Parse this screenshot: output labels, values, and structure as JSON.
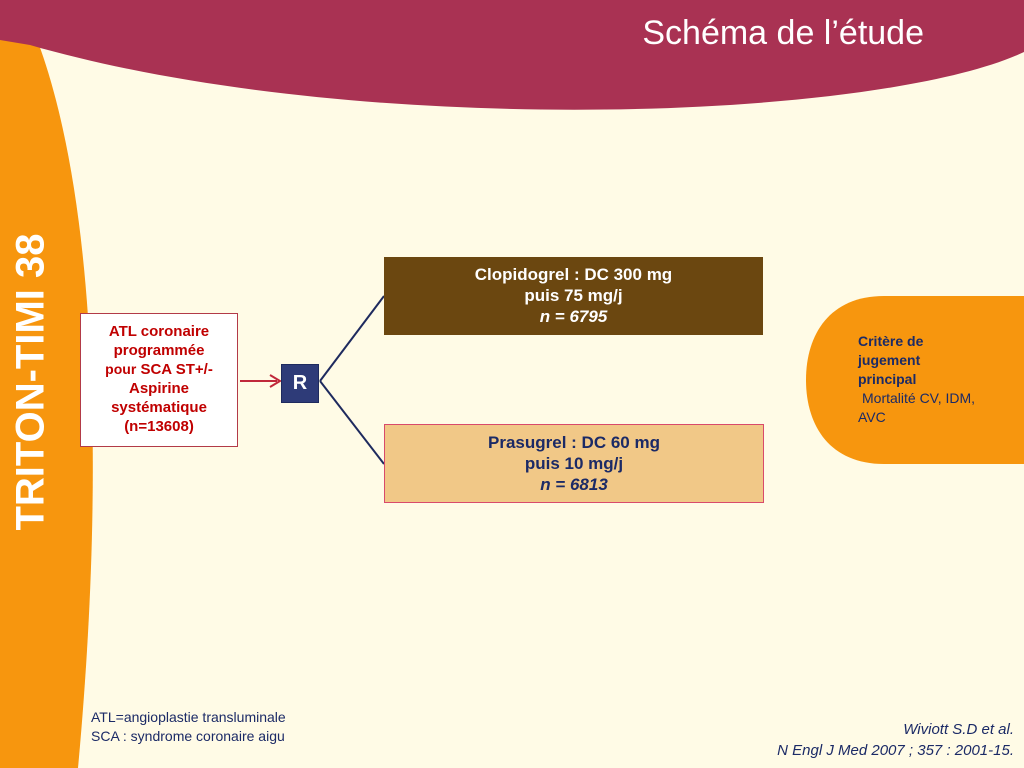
{
  "slide": {
    "title": "Schéma de l’étude",
    "side_label": "TRITON-TIMI 38"
  },
  "population": {
    "line1": "ATL coronaire",
    "line2": "programmée",
    "line3_prefix": "pour",
    "line3_rest": " SCA ST+/-",
    "line4": "Aspirine",
    "line5": "systématique",
    "line6": "(n=13608)"
  },
  "randomization": {
    "label": "R"
  },
  "arms": {
    "clopidogrel": {
      "line1": "Clopidogrel : DC 300 mg",
      "line2": "puis  75 mg/j",
      "n": "n = 6795"
    },
    "prasugrel": {
      "line1": "Prasugrel  : DC 60 mg",
      "line2": "puis 10 mg/j",
      "n": "n = 6813"
    }
  },
  "endpoint": {
    "line1": "Critère de",
    "line2": "jugement",
    "line3": "principal",
    "value_line1": "Mortalité CV, IDM,",
    "value_line2": "AVC"
  },
  "footnote": {
    "line1": "ATL=angioplastie transluminale",
    "line2": "SCA : syndrome coronaire aigu"
  },
  "reference": {
    "line1": "Wiviott S.D et al.",
    "line2": "N Engl J Med 2007 ; 357 : 2001-15."
  },
  "colors": {
    "background": "#fffbe6",
    "title_band": "#a93253",
    "side_band": "#f7960e",
    "clopidogrel_box": "#6b4710",
    "prasugrel_box": "#f1c887",
    "randomization_box": "#2e3b78",
    "population_text": "#c00000",
    "navy_text": "#1b2a66"
  }
}
